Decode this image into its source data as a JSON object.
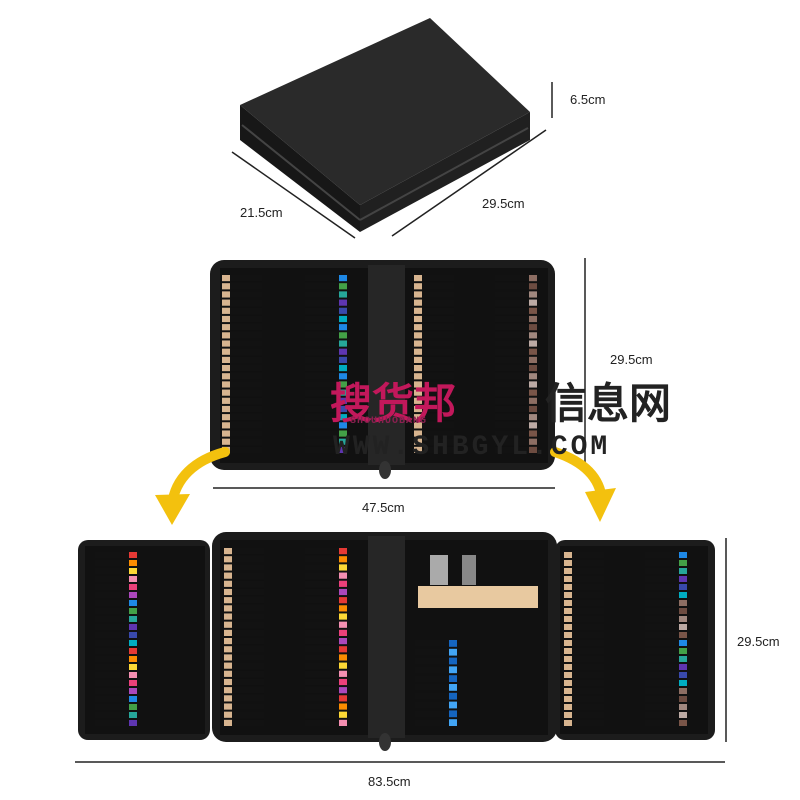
{
  "dimensions": {
    "case_height": "6.5cm",
    "case_depth": "21.5cm",
    "case_width": "29.5cm",
    "half_open_height": "29.5cm",
    "half_open_width": "47.5cm",
    "full_open_height": "29.5cm",
    "full_open_width": "83.5cm"
  },
  "watermark": {
    "brand_a": "搜货邦",
    "brand_sub": "SHOUHUOBANG",
    "brand_b": "信息网",
    "url": "WWW.SHBGYL.COM"
  },
  "colors": {
    "case": "#1c1c1c",
    "pencil_body": "#121212",
    "arrow": "#f3c10e",
    "watermark_red": "#c2185b",
    "watermark_dark": "#222222"
  }
}
